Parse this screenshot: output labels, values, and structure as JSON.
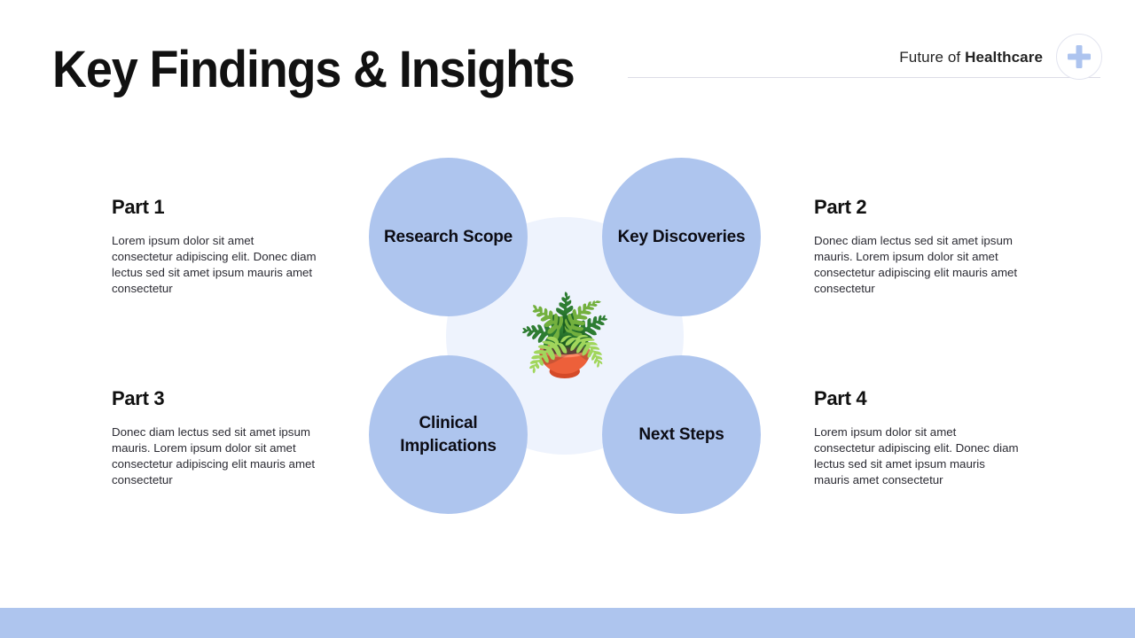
{
  "header": {
    "title": "Key Findings & Insights",
    "tag_prefix": "Future of ",
    "tag_bold": "Healthcare",
    "badge_icon": "plus-icon"
  },
  "diagram": {
    "center_icon": "potted-plant-icon",
    "center_icon_glyph": "🪴",
    "nodes": [
      {
        "id": "top-left",
        "label": "Research Scope"
      },
      {
        "id": "top-right",
        "label": "Key Discoveries"
      },
      {
        "id": "bottom-left",
        "label": "Clinical Implications"
      },
      {
        "id": "bottom-right",
        "label": "Next Steps"
      }
    ]
  },
  "parts": [
    {
      "title": "Part 1",
      "body": "Lorem ipsum dolor sit amet consectetur adipiscing elit. Donec diam lectus sed sit amet ipsum mauris amet consectetur"
    },
    {
      "title": "Part 2",
      "body": "Donec diam lectus sed sit amet ipsum mauris. Lorem ipsum dolor sit amet consectetur adipiscing elit mauris amet consectetur"
    },
    {
      "title": "Part 3",
      "body": "Donec diam lectus sed sit amet ipsum mauris. Lorem ipsum dolor sit amet consectetur adipiscing elit mauris amet consectetur"
    },
    {
      "title": "Part 4",
      "body": "Lorem ipsum dolor sit amet consectetur adipiscing elit. Donec diam lectus sed sit amet ipsum mauris mauris amet consectetur"
    }
  ],
  "colors": {
    "node_blue": "#aec5ee",
    "center_glow": "#eef3fd",
    "footer_bar": "#aec5ee",
    "rule": "#dcdce6",
    "text_dark": "#111111"
  }
}
